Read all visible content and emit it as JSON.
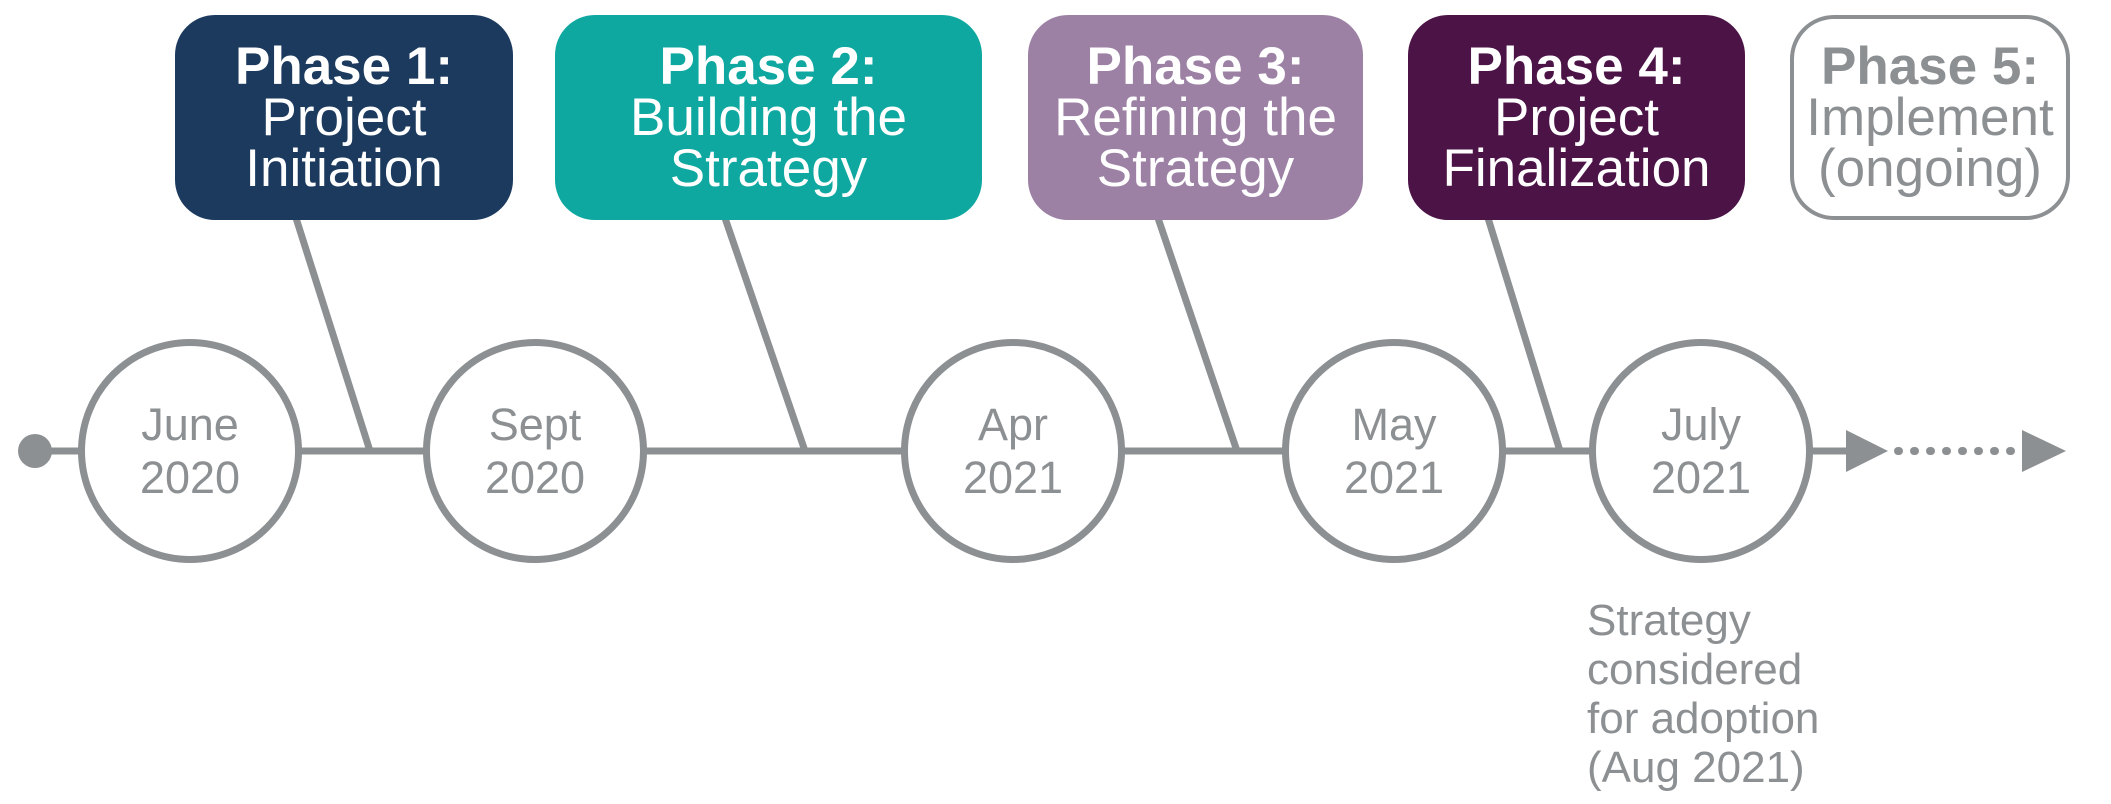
{
  "diagram": {
    "type": "project-timeline",
    "phases": [
      {
        "title": "Phase 1:",
        "line1": "Project",
        "line2": "Initiation",
        "bg": "#1C3A5E",
        "text_color": "#FFFFFF"
      },
      {
        "title": "Phase 2:",
        "line1": "Building the",
        "line2": "Strategy",
        "bg": "#0FA8A1",
        "text_color": "#FFFFFF"
      },
      {
        "title": "Phase 3:",
        "line1": "Refining the",
        "line2": "Strategy",
        "bg": "#9C81A5",
        "text_color": "#FFFFFF"
      },
      {
        "title": "Phase 4:",
        "line1": "Project",
        "line2": "Finalization",
        "bg": "#4C1347",
        "text_color": "#FFFFFF"
      },
      {
        "title": "Phase 5:",
        "line1": "Implement",
        "line2": "(ongoing)",
        "bg": "#FFFFFF",
        "text_color": "#8C9092"
      }
    ],
    "milestones": [
      {
        "month": "June",
        "year": "2020"
      },
      {
        "month": "Sept",
        "year": "2020"
      },
      {
        "month": "Apr",
        "year": "2021"
      },
      {
        "month": "May",
        "year": "2021"
      },
      {
        "month": "July",
        "year": "2021"
      }
    ],
    "note": {
      "line1": "Strategy",
      "line2": "considered",
      "line3": "for adoption",
      "line4": "(Aug 2021)"
    },
    "colors": {
      "timeline_gray": "#8C9092",
      "phase1_navy": "#1C3A5E",
      "phase2_teal": "#0FA8A1",
      "phase3_mauve": "#9C81A5",
      "phase4_plum": "#4C1347",
      "background": "#FFFFFF"
    }
  }
}
